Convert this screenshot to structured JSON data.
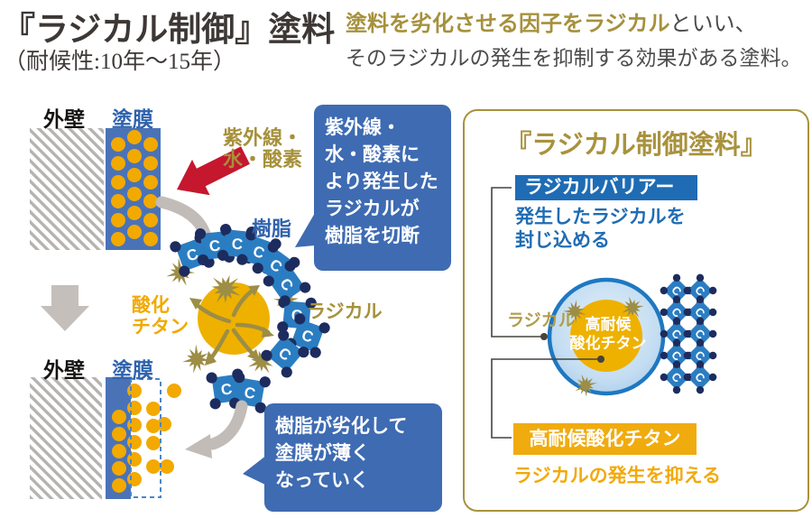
{
  "header": {
    "title": "『ラジカル制御』塗料",
    "subtitle": "（耐候性:10年〜15年）",
    "desc_highlight": "塗料を劣化させる因子をラジカル",
    "desc_rest": "といい、",
    "desc_line2": "そのラジカルの発生を抑制する効果がある塗料。"
  },
  "left_diagram": {
    "wall_label_top": "外壁",
    "film_label_top": "塗膜",
    "wall_label_bottom": "外壁",
    "film_label_bottom": "塗膜",
    "uv_label_line1": "紫外線・",
    "uv_label_line2": "水・酸素",
    "resin_label": "樹脂",
    "radical_label": "ラジカル",
    "titanium_label_line1": "酸化",
    "titanium_label_line2": "チタン",
    "callout_top": [
      "紫外線・",
      "水・酸素に",
      "より発生した",
      "ラジカルが",
      "樹脂を切断"
    ],
    "callout_bottom": [
      "樹脂が劣化して",
      "塗膜が薄く",
      "なっていく"
    ]
  },
  "right_panel": {
    "title": "『ラジカル制御塗料』",
    "barrier_box_label": "ラジカルバリアー",
    "barrier_desc_line1": "発生したラジカルを",
    "barrier_desc_line2": "封じ込める",
    "radical_label": "ラジカル",
    "core_label_line1": "高耐候",
    "core_label_line2": "酸化チタン",
    "titanium_box_label": "高耐候酸化チタン",
    "titanium_desc": "ラジカルの発生を抑える"
  },
  "molecule_letter": "C",
  "colors": {
    "callout_blue": "#3e6bb2",
    "box_blue": "#1f6cb4",
    "film_blue": "#4a73b7",
    "molecule_blue": "#2b7dc2",
    "molecule_navy": "#1d2c5e",
    "olive_gold": "#a6913c",
    "starburst_olive": "#9d8d45",
    "orange_gold": "#f2a900",
    "titanium_circle": "#eeb100",
    "arrow_red": "#c5172e",
    "arrow_gray": "#c1bcb8",
    "panel_border_gold": "#a8923d"
  }
}
